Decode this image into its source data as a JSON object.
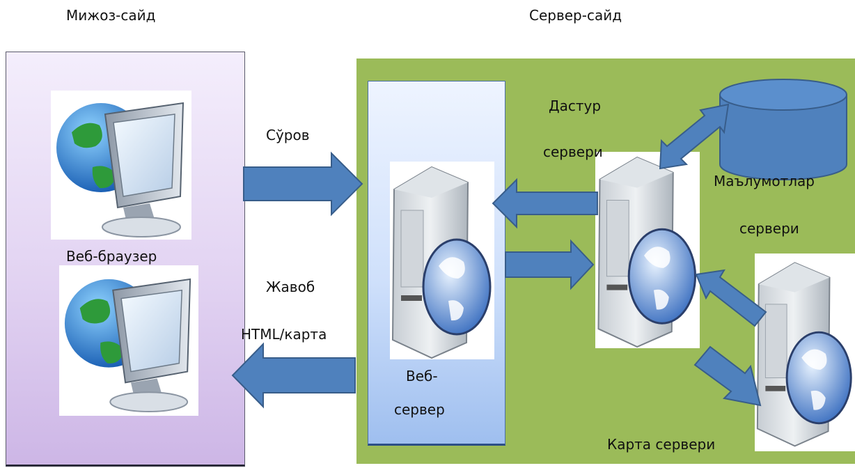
{
  "headers": {
    "client": "Мижоз-сайд",
    "server": "Сервер-сайд"
  },
  "labels": {
    "browser": "Веб-браузер",
    "request": "Сўров",
    "response_line1": "Жавоб",
    "response_line2": "HTML/карта",
    "web_server_line1": "Веб-",
    "web_server_line2": "сервер",
    "app_server_line1": "Дастур",
    "app_server_line2": "сервери",
    "db_server_line1": "Маълумотлар",
    "db_server_line2": "сервери",
    "map_server": "Карта сервери"
  },
  "colors": {
    "client_panel": "#e2d3f2",
    "server_panel": "#9bbb59",
    "web_server_box": "#cfe0fb",
    "arrow_fill": "#4f81bd",
    "arrow_stroke": "#385d8a",
    "database": "#4f81bd"
  },
  "icons": [
    "computer-globe-icon",
    "server-globe-icon",
    "database-icon"
  ]
}
